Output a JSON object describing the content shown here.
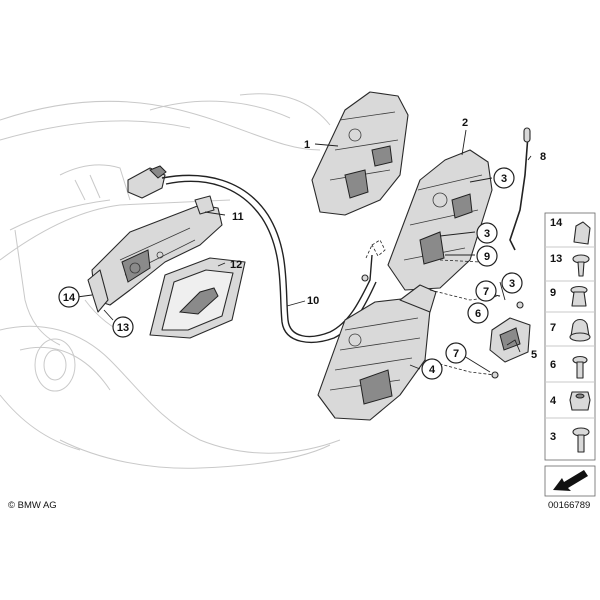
{
  "copyright": "© BMW AG",
  "diagram_id": "00166789",
  "callouts": {
    "c1": "1",
    "c2": "2",
    "c3a": "3",
    "c3b": "3",
    "c3c": "3",
    "c4": "4",
    "c5": "5",
    "c6": "6",
    "c7a": "7",
    "c7b": "7",
    "c8": "8",
    "c9": "9",
    "c10": "10",
    "c11": "11",
    "c12": "12",
    "c13": "13",
    "c14": "14"
  },
  "legend": [
    {
      "number": "14",
      "icon": "clip-icon"
    },
    {
      "number": "13",
      "icon": "screw-icon"
    },
    {
      "number": "9",
      "icon": "expanding-rivet-icon"
    },
    {
      "number": "7",
      "icon": "plug-icon"
    },
    {
      "number": "6",
      "icon": "bolt-icon"
    },
    {
      "number": "4",
      "icon": "nut-icon"
    },
    {
      "number": "3",
      "icon": "torx-screw-icon"
    }
  ]
}
